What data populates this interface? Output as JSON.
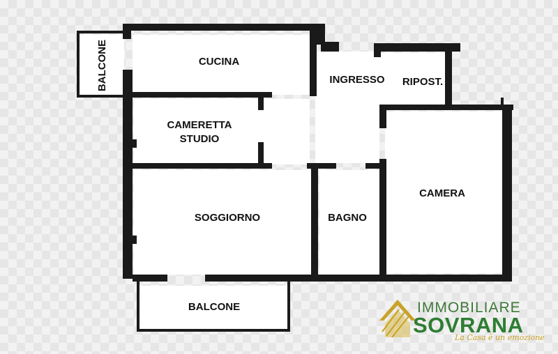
{
  "rooms": {
    "balcone_left": "BALCONE",
    "cucina": "CUCINA",
    "ingresso": "INGRESSO",
    "ripost": "RIPOST.",
    "cameretta_line1": "CAMERETTA",
    "cameretta_line2": "STUDIO",
    "camera": "CAMERA",
    "soggiorno": "SOGGIORNO",
    "bagno": "BAGNO",
    "balcone_bottom": "BALCONE"
  },
  "logo": {
    "top": "IMMOBILIARE",
    "main": "SOVRANA",
    "tagline": "La Casa è un emozione"
  },
  "colors": {
    "wall": "#1a1a1a",
    "brand_green": "#2e7d32",
    "brand_gold": "#c9a227"
  }
}
